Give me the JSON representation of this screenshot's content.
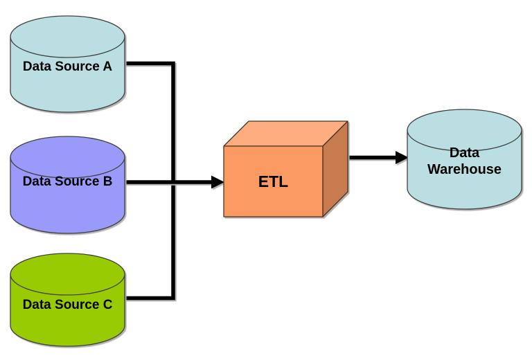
{
  "diagram": {
    "type": "etl-flow",
    "background": "#ffffff",
    "connector_color": "#000000",
    "nodes": {
      "source_a": {
        "label": "Data Source A",
        "shape": "cylinder",
        "color": "#badee1"
      },
      "source_b": {
        "label": "Data Source B",
        "shape": "cylinder",
        "color": "#9a9afa"
      },
      "source_c": {
        "label": "Data Source C",
        "shape": "cylinder",
        "color": "#98cb01"
      },
      "etl": {
        "label": "ETL",
        "shape": "box3d",
        "color_front": "#fb9a63",
        "color_top": "#fdad80",
        "color_side": "#c97b50"
      },
      "warehouse": {
        "label": "Data Warehouse",
        "shape": "cylinder",
        "color": "#badee1"
      }
    },
    "edges": [
      {
        "from": "source_a",
        "to": "etl",
        "arrow": false
      },
      {
        "from": "source_b",
        "to": "etl",
        "arrow": true
      },
      {
        "from": "source_c",
        "to": "etl",
        "arrow": false
      },
      {
        "from": "etl",
        "to": "warehouse",
        "arrow": true
      }
    ]
  }
}
